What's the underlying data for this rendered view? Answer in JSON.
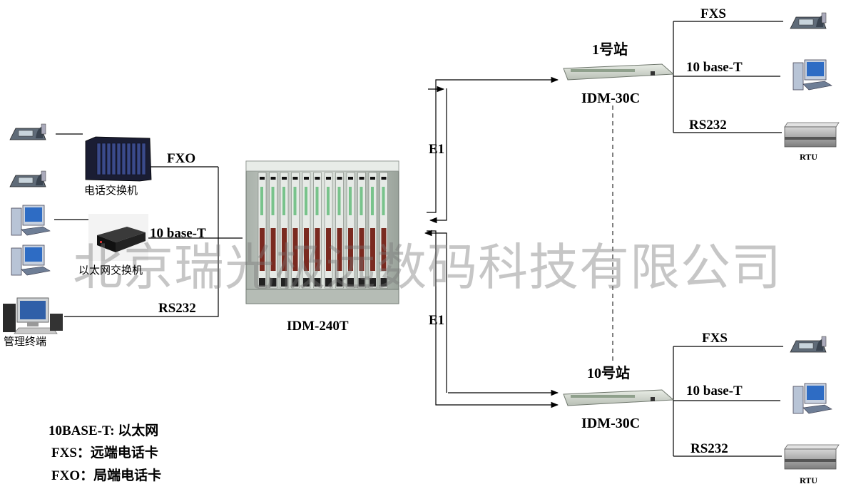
{
  "watermark": "北京瑞光极远数码科技有限公司",
  "central": {
    "label": "IDM-240T",
    "ports": {
      "fxo": "FXO",
      "ethernet": "10 base-T",
      "serial": "RS232"
    }
  },
  "left_devices": {
    "pbx": "电话交换机",
    "switch": "以太网交换机",
    "terminal": "管理终端"
  },
  "links": {
    "e1_top": "E1",
    "e1_bottom": "E1"
  },
  "stations": [
    {
      "name": "1号站",
      "model": "IDM-30C",
      "ports": {
        "fxs": "FXS",
        "ethernet": "10 base-T",
        "serial": "RS232"
      },
      "rtu": "RTU"
    },
    {
      "name": "10号站",
      "model": "IDM-30C",
      "ports": {
        "fxs": "FXS",
        "ethernet": "10 base-T",
        "serial": "RS232"
      },
      "rtu": "RTU"
    }
  ],
  "legend": {
    "line1": "10BASE-T: 以太网",
    "line2": "FXS：远端电话卡",
    "line3": "FXO：局端电话卡"
  },
  "colors": {
    "line": "#000000",
    "rack": "#c9cfc9",
    "card_led": "#2fa84f",
    "watermark": "#9a9a9a"
  }
}
